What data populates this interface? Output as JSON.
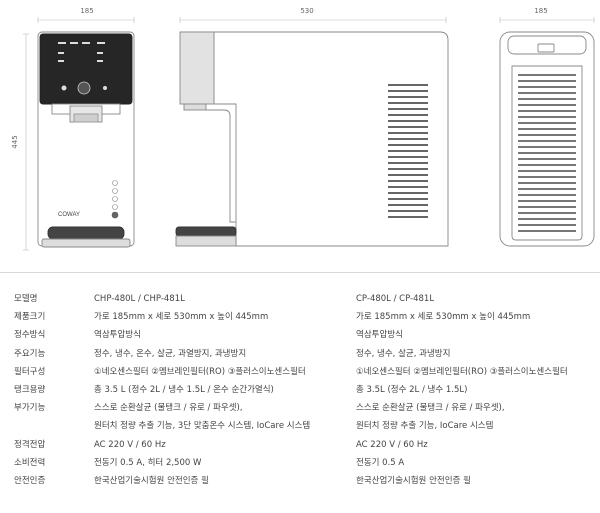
{
  "dimensions": {
    "front_width": "185",
    "side_depth": "530",
    "back_width": "185",
    "height": "445"
  },
  "brand": "COWAY",
  "specs": [
    {
      "label": "모델명",
      "a": [
        "CHP-480L / CHP-481L"
      ],
      "b": [
        "CP-480L / CP-481L"
      ]
    },
    {
      "label": "제품크기",
      "a": [
        "가로 185mm x 세로 530mm x 높이 445mm"
      ],
      "b": [
        "가로 185mm x 세로 530mm x 높이 445mm"
      ]
    },
    {
      "label": "정수방식",
      "a": [
        "역삼투압방식"
      ],
      "b": [
        "역삼투압방식"
      ]
    },
    {
      "label": "주요기능",
      "a": [
        "정수, 냉수, 온수, 살균, 과열방지, 과냉방지"
      ],
      "b": [
        "정수, 냉수, 살균, 과냉방지"
      ]
    },
    {
      "label": "필터구성",
      "a": [
        "①네오센스필터 ②멤브레인필터(RO) ③플러스이노센스필터"
      ],
      "b": [
        "①네오센스필터 ②멤브레인필터(RO) ③플러스이노센스필터"
      ]
    },
    {
      "label": "탱크용량",
      "a": [
        "총 3.5 L (정수 2L / 냉수 1.5L / 온수 순간가열식)"
      ],
      "b": [
        "총 3.5L (정수 2L / 냉수 1.5L)"
      ]
    },
    {
      "label": "부가기능",
      "a": [
        "스스로 순환살균 (물탱크 / 유로 / 파우셋),",
        "원터치 정량 추출 기능, 3단 맞춤온수 시스템, IoCare 시스템"
      ],
      "b": [
        "스스로 순환살균 (물탱크 / 유로 / 파우셋),",
        "원터치 정량 추출 기능, IoCare 시스템"
      ]
    },
    {
      "label": "정격전압",
      "a": [
        "AC 220 V / 60 Hz"
      ],
      "b": [
        "AC 220 V / 60 Hz"
      ]
    },
    {
      "label": "소비전력",
      "a": [
        "전동기 0.5 A, 히터 2,500 W"
      ],
      "b": [
        "전동기 0.5 A"
      ]
    },
    {
      "label": "안전인증",
      "a": [
        "한국산업기술시험원 안전인증 필"
      ],
      "b": [
        "한국산업기술시험원 안전인증 필"
      ]
    }
  ]
}
